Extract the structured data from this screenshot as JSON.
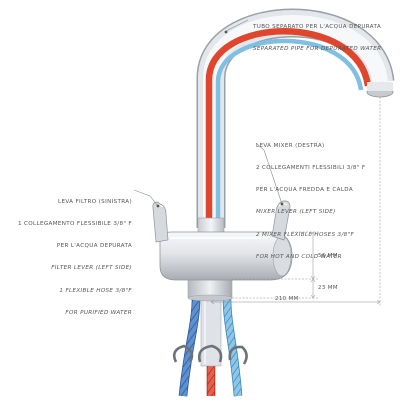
{
  "callouts": {
    "pipe": {
      "it": "TUBO SEPARATO PER L'ACQUA DEPURATA",
      "en": "SEPARATED PIPE FOR DEPURATED WATER"
    },
    "mixer": {
      "it_title": "LEVA MIXER (DESTRA)",
      "it_line1": "2 COLLEGAMENTI FLESSIBILI 3/8\" F",
      "it_line2": "PER L'ACQUA FREDDA E CALDA",
      "en_title": "MIXER LEVER (LEFT SIDE)",
      "en_line1": "2 MIXER FLEXIBLE HOSES 3/8\"F",
      "en_line2": "FOR HOT AND COLD WATER"
    },
    "filter": {
      "it_title": "LEVA FILTRO (SINISTRA)",
      "it_line1": "1 COLLEGAMENTO FLESSIBILE 3/8\" F",
      "it_line2": "PER L'ACQUA DEPURATA",
      "en_title": "FILTER LEVER (LEFT SIDE)",
      "en_line1": "1 FLEXIBLE HOSE 3/8\"F",
      "en_line2": "FOR PURIFIED WATER"
    }
  },
  "dimensions": {
    "body_height": "56 MM",
    "base_height": "23 MM",
    "spout_reach": "210 MM"
  },
  "colors": {
    "hot_water": "#e0452e",
    "purified_water": "#4aa8dc",
    "steel_light": "#f2f3f5",
    "steel_mid": "#d4d7dc",
    "steel_dark": "#9a9fa6",
    "line": "#8a8a8a",
    "hose_braid": "#3f6fb5"
  }
}
